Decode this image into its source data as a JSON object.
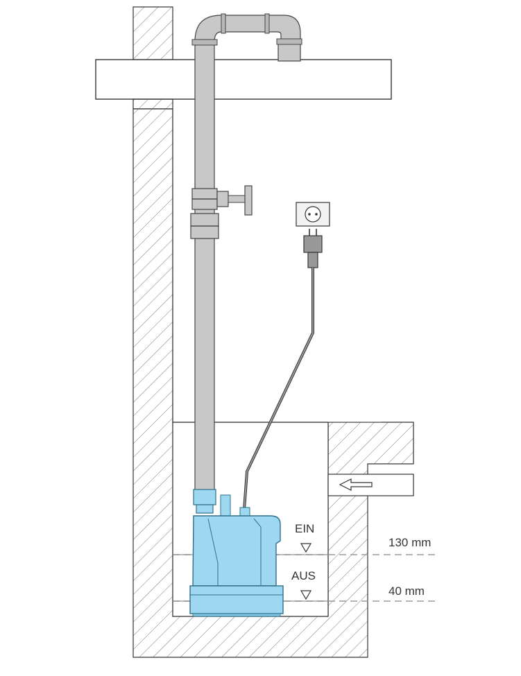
{
  "labels": {
    "on": "EIN",
    "off": "AUS",
    "level_high": "130 mm",
    "level_low": "40 mm"
  },
  "colors": {
    "pump_body": "#9ED8F0",
    "pump_outline": "#2f6f8a",
    "pipe": "#c8c8c8",
    "pipe_outline": "#444444",
    "wall_outline": "#333333",
    "hatch": "#555555"
  }
}
